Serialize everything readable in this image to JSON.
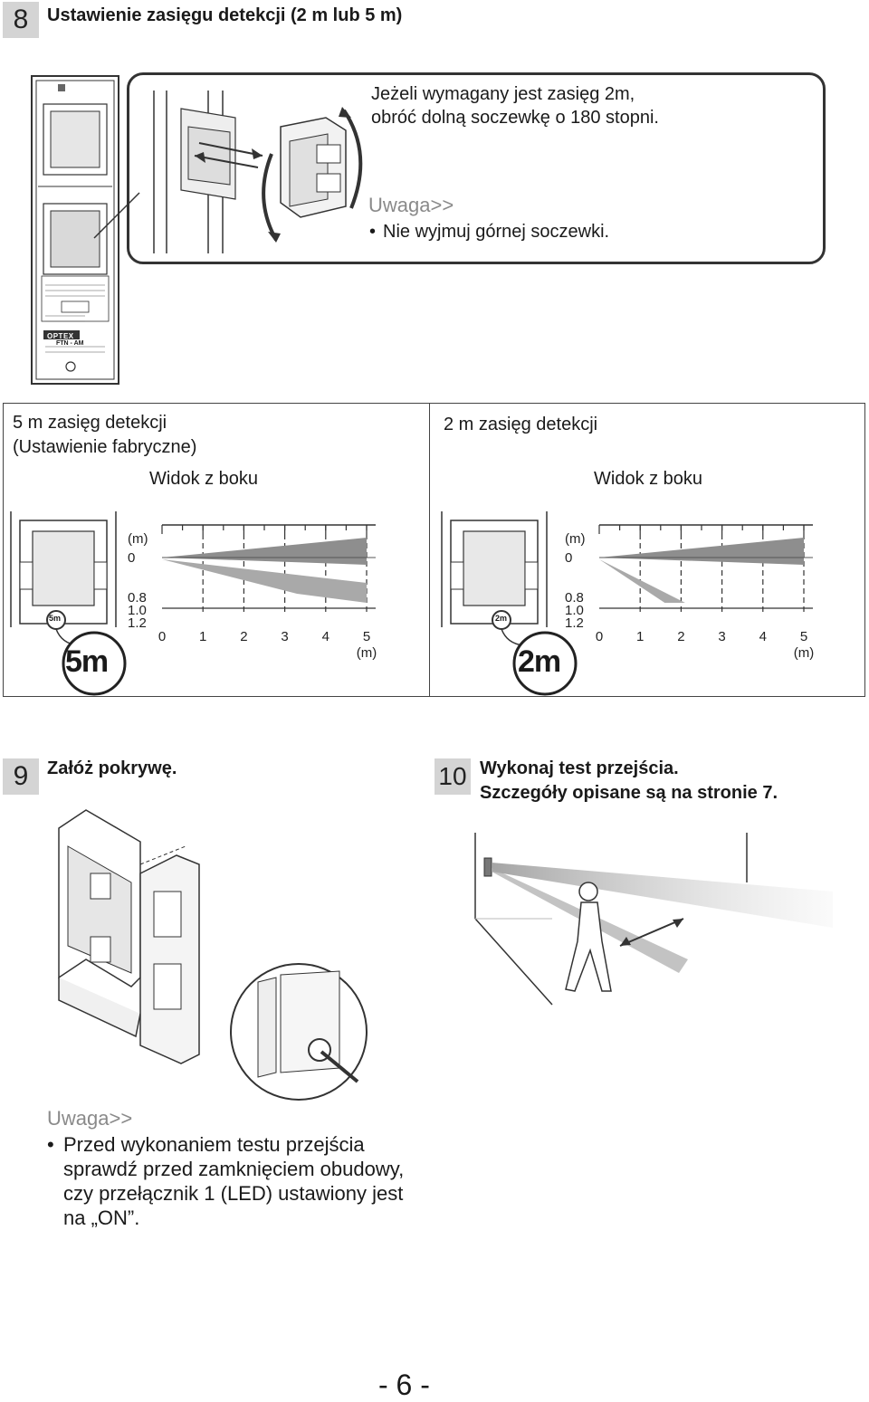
{
  "section8": {
    "number": "8",
    "title": "Ustawienie zasięgu detekcji (2 m lub 5 m)",
    "callout_line1": "Jeżeli wymagany jest zasięg 2m,",
    "callout_line2": "obróć dolną soczewkę o 180 stopni.",
    "note_label": "Uwaga>>",
    "note_bullet": "•",
    "note_text": "Nie wyjmuj górnej soczewki.",
    "device_labels": {
      "brand": "OPTEX",
      "model": "FTN - AM"
    }
  },
  "range_panels": [
    {
      "title_line1": "5 m zasięg detekcji",
      "title_line2": "(Ustawienie fabryczne)",
      "view": "Widok z boku",
      "lens_small": "5m",
      "lens_big": "5m"
    },
    {
      "title_line1": "2 m zasięg detekcji",
      "title_line2": "",
      "view": "Widok z boku",
      "lens_small": "2m",
      "lens_big": "2m"
    }
  ],
  "chart_axes": {
    "y_unit": "(m)",
    "y_ticks": [
      "0",
      "0.8",
      "1.0",
      "1.2"
    ],
    "x_ticks": [
      "0",
      "1",
      "2",
      "3",
      "4",
      "5"
    ],
    "x_unit": "(m)"
  },
  "section9": {
    "number": "9",
    "title": "Załóż pokrywę."
  },
  "section10": {
    "number": "10",
    "title_line1": "Wykonaj test przejścia.",
    "title_line2": "Szczegóły opisane są na stronie 7."
  },
  "bottom_note": {
    "label": "Uwaga>>",
    "bullet": "•",
    "line1": "Przed wykonaniem testu przejścia",
    "line2": "sprawdź przed zamknięciem obudowy,",
    "line3": "czy przełącznik 1 (LED) ustawiony jest",
    "line4": "na „ON”."
  },
  "page_number": "- 6 -",
  "colors": {
    "step_badge": "#d4d4d4",
    "note_grey": "#8a8a8a",
    "beam_grey": "#9a9a9a"
  }
}
